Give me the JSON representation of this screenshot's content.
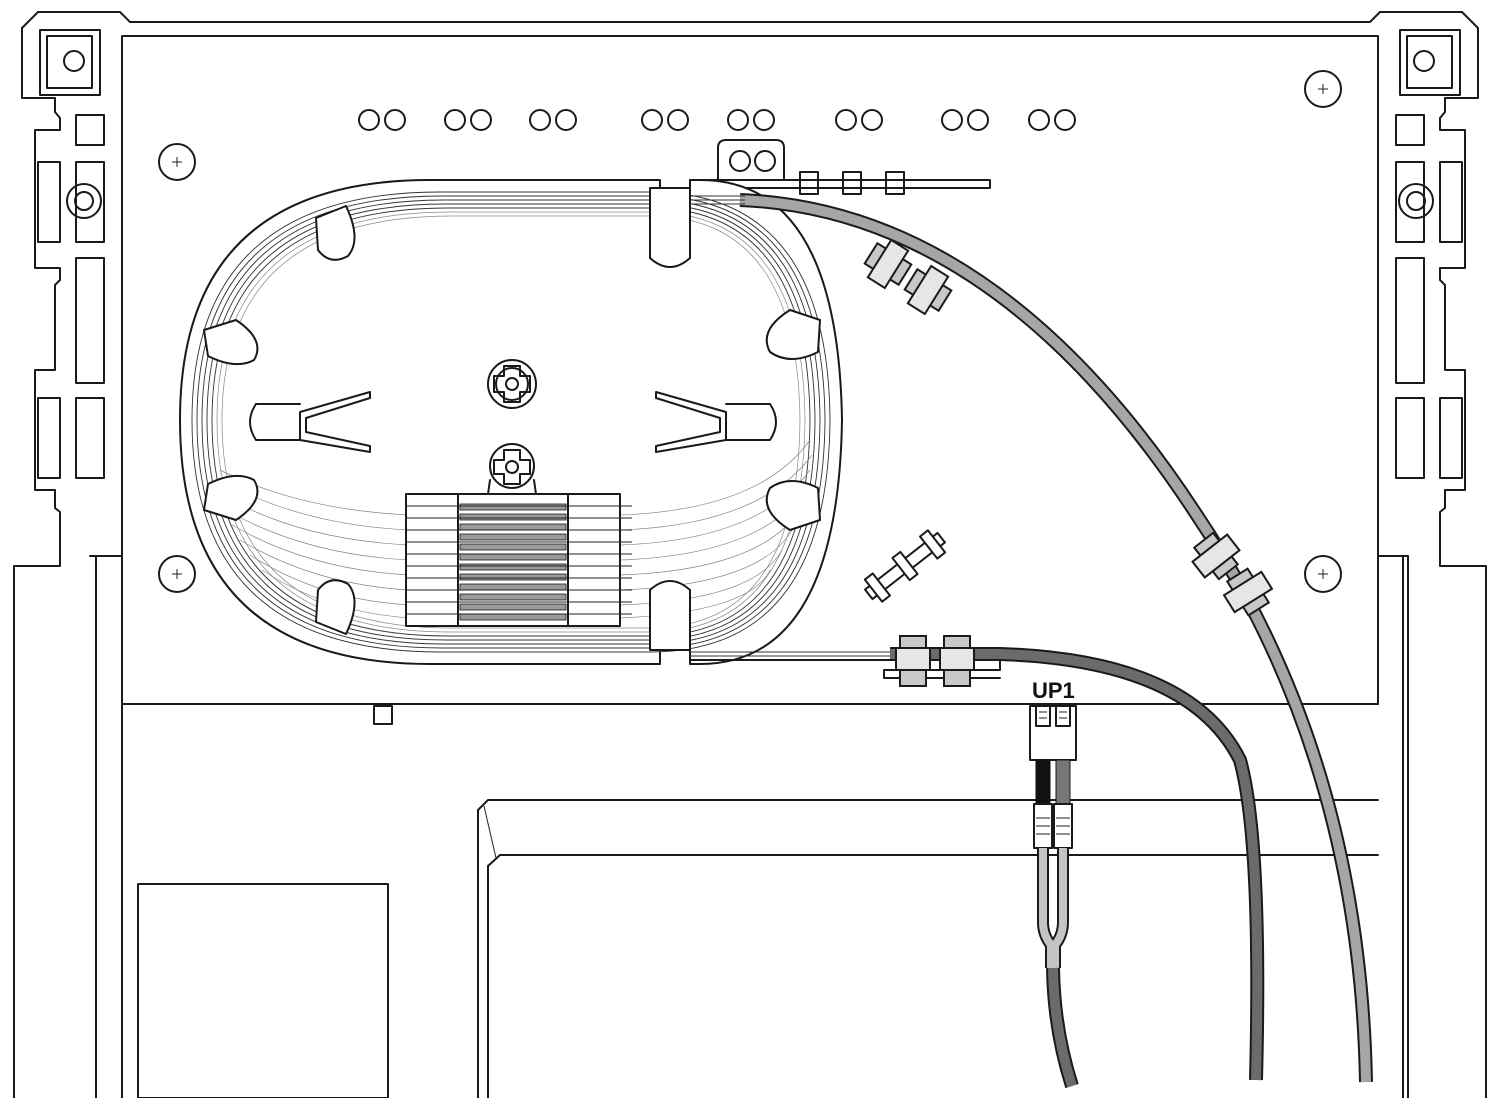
{
  "diagram": {
    "port_label": "UP1",
    "colors": {
      "outline": "#1a1a1a",
      "cable_light": "#a6a6a6",
      "cable_dark": "#6b6b6b",
      "pigtail_light": "#c4c4c4",
      "splice_fill": "#9a9a9a",
      "background": "#ffffff"
    },
    "components": {
      "splice_tray": "splice-tray",
      "splice_holder": "splice-holder",
      "cable_light": "light-grey-cable",
      "cable_dark": "dark-grey-cable",
      "connector": "duplex-connector",
      "screw_icon": "screw-icon"
    }
  }
}
